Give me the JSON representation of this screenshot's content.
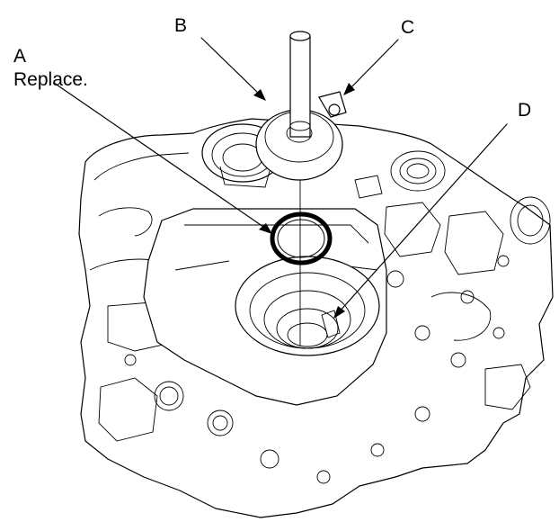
{
  "callouts": {
    "a": {
      "letter": "A",
      "note": "Replace."
    },
    "b": {
      "letter": "B"
    },
    "c": {
      "letter": "C"
    },
    "d": {
      "letter": "D"
    }
  },
  "colors": {
    "ink": "#000000",
    "paper": "#ffffff"
  }
}
